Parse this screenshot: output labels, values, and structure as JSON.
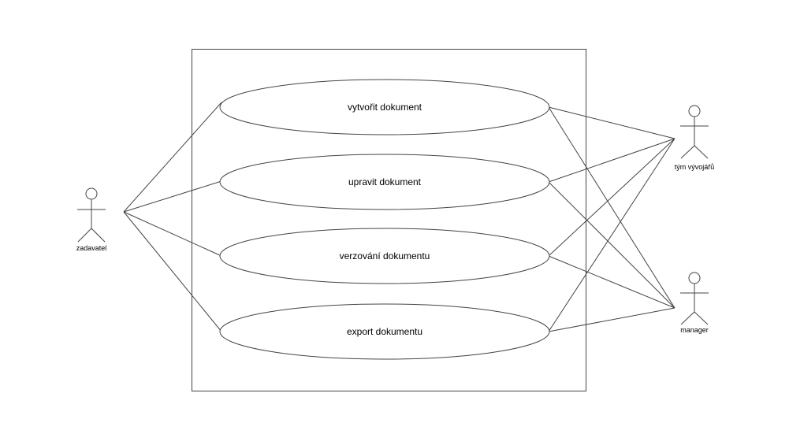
{
  "diagram": {
    "type": "use-case",
    "colors": {
      "stroke": "#444444",
      "background": "#ffffff",
      "text": "#000000"
    },
    "actors": [
      {
        "id": "zadavatel",
        "label": "zadavatel"
      },
      {
        "id": "tym",
        "label": "tým vývojářů"
      },
      {
        "id": "manager",
        "label": "manager"
      }
    ],
    "use_cases": [
      {
        "id": "vytvorit",
        "label": "vytvořit dokument"
      },
      {
        "id": "upravit",
        "label": "upravit dokument"
      },
      {
        "id": "verzovani",
        "label": "verzování dokumentu"
      },
      {
        "id": "export",
        "label": "export dokumentu"
      }
    ],
    "associations": [
      {
        "actor": "zadavatel",
        "use_case": "vytvorit"
      },
      {
        "actor": "zadavatel",
        "use_case": "upravit"
      },
      {
        "actor": "zadavatel",
        "use_case": "verzovani"
      },
      {
        "actor": "zadavatel",
        "use_case": "export"
      },
      {
        "actor": "tym",
        "use_case": "vytvorit"
      },
      {
        "actor": "tym",
        "use_case": "upravit"
      },
      {
        "actor": "tym",
        "use_case": "verzovani"
      },
      {
        "actor": "tym",
        "use_case": "export"
      },
      {
        "actor": "manager",
        "use_case": "vytvorit"
      },
      {
        "actor": "manager",
        "use_case": "upravit"
      },
      {
        "actor": "manager",
        "use_case": "verzovani"
      },
      {
        "actor": "manager",
        "use_case": "export"
      }
    ]
  }
}
